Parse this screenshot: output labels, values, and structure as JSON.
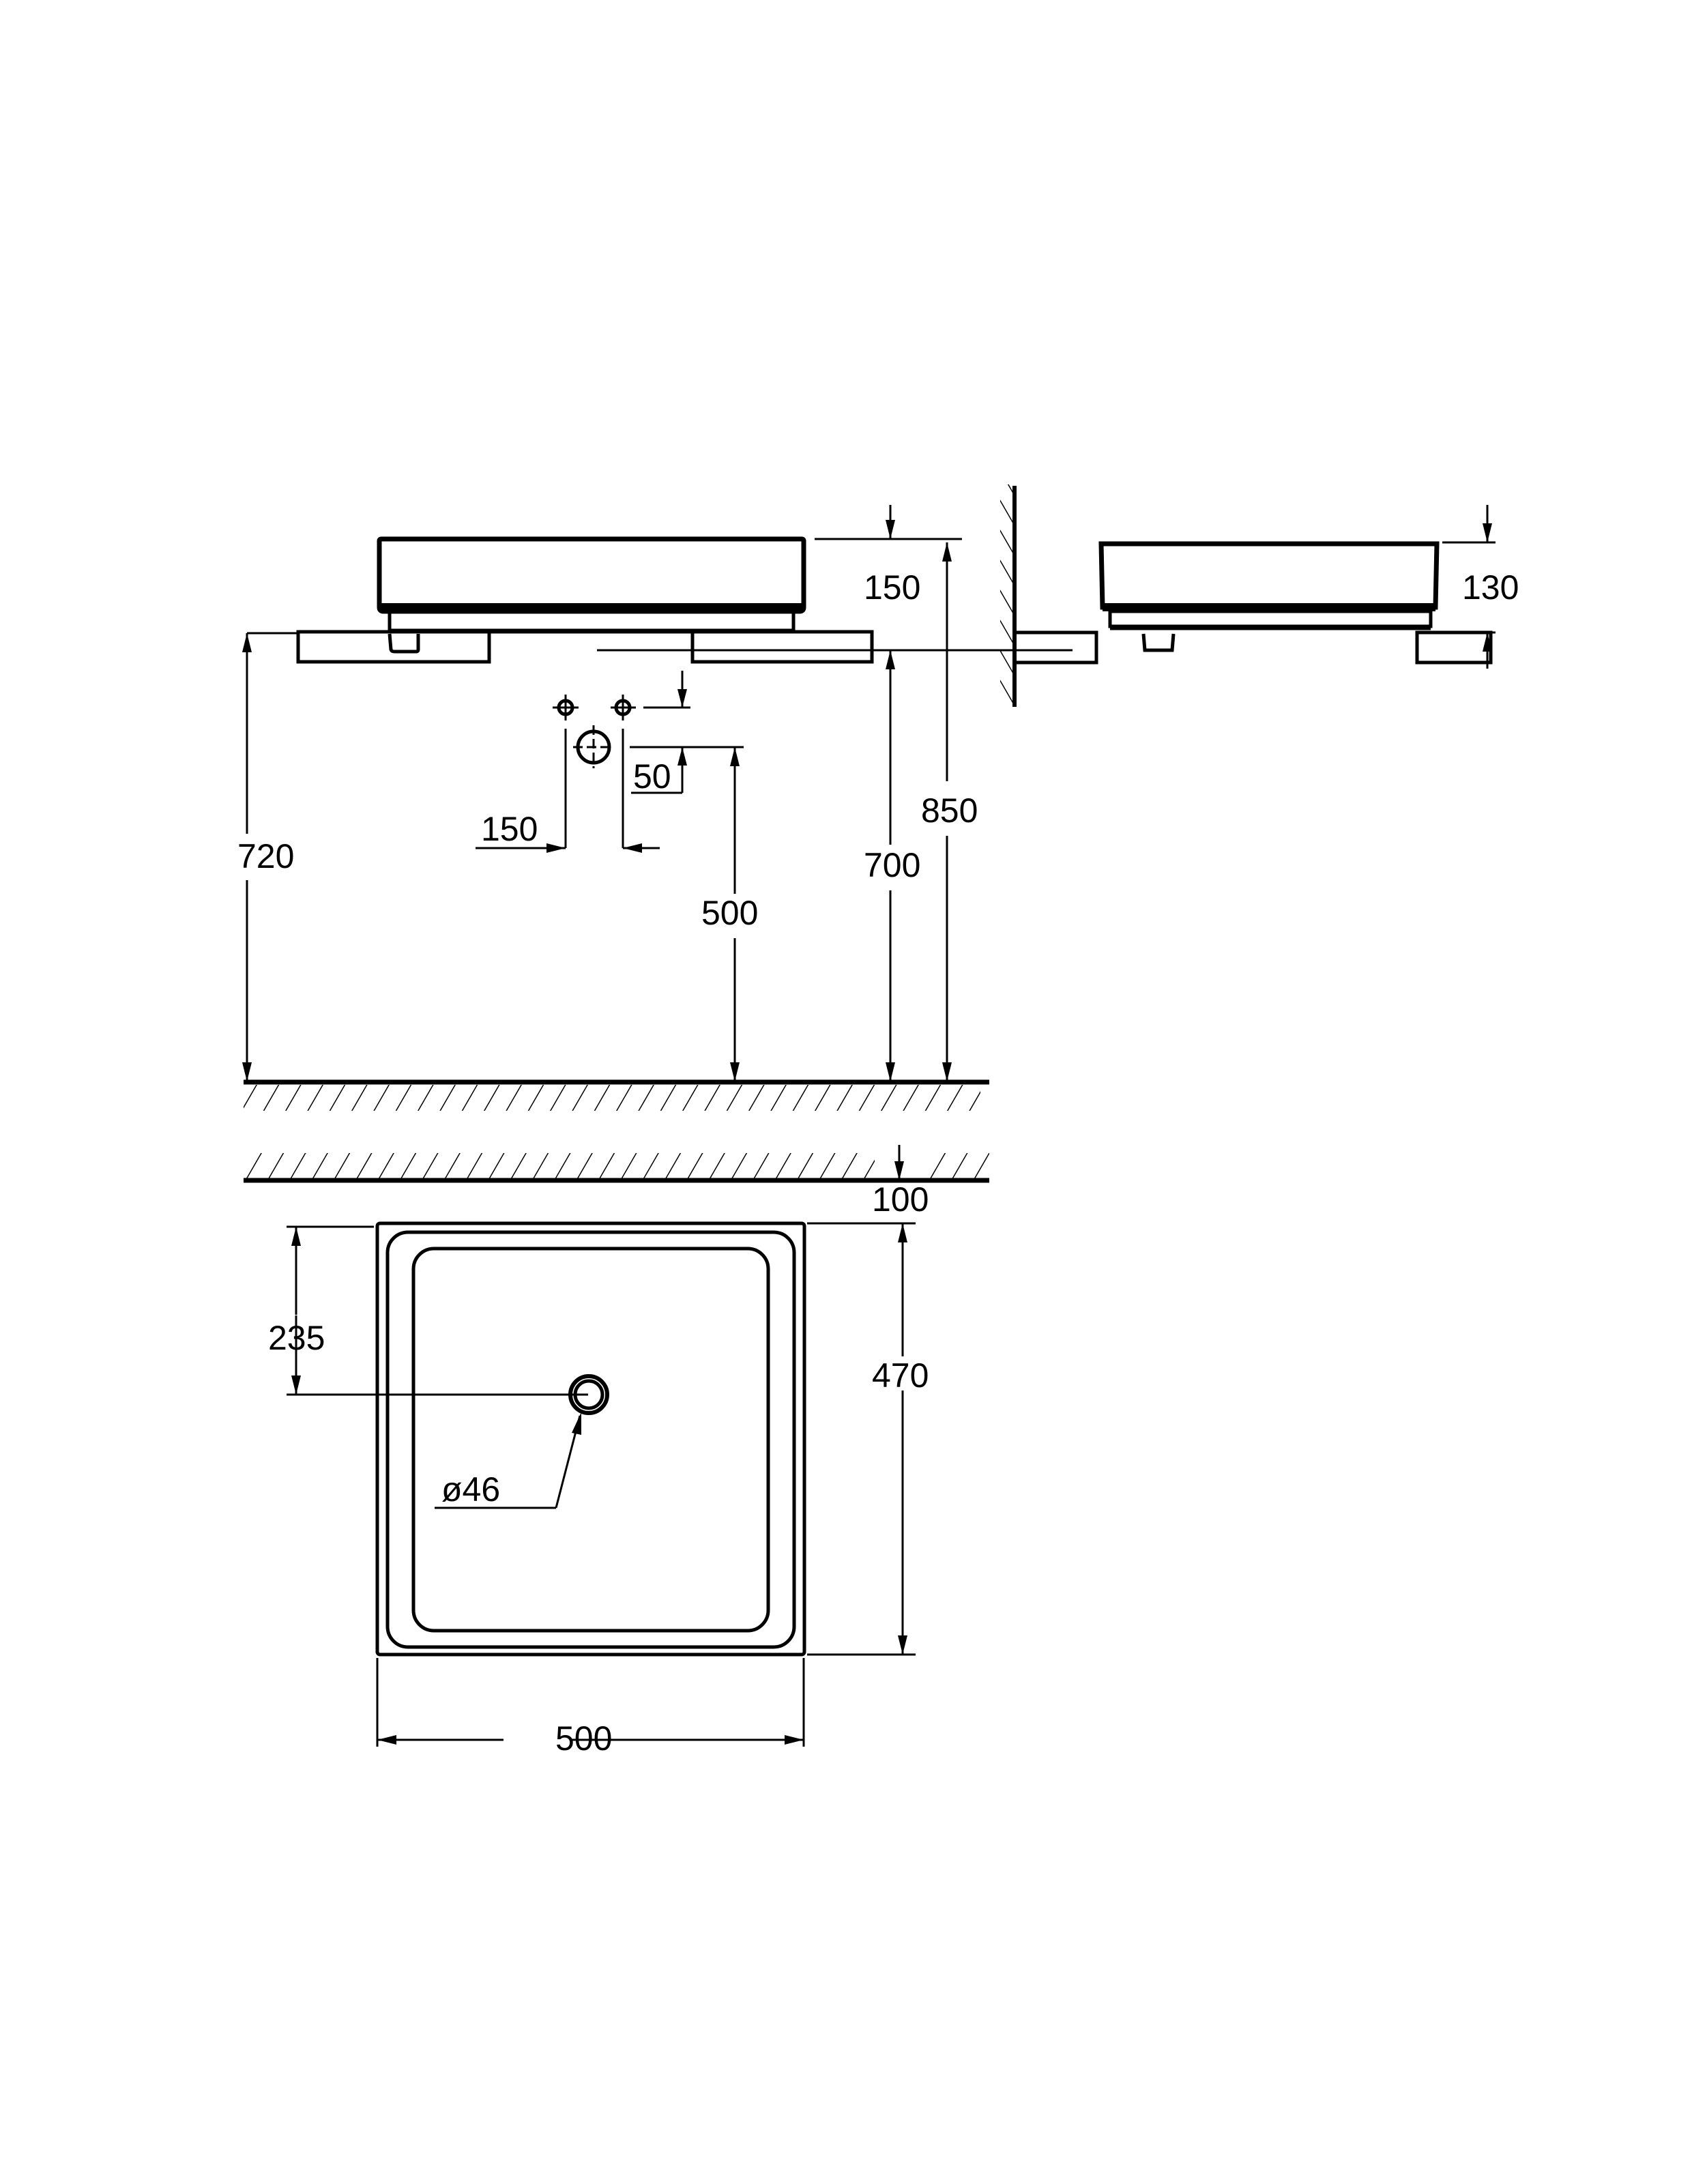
{
  "drawing": {
    "type": "technical-dimension-drawing",
    "subject": "countertop washbasin",
    "units": "mm",
    "views": {
      "front_elevation": {
        "dimensions": {
          "basin_height": "150",
          "total_height": "850",
          "counter_height": "720",
          "drain_outlet_height": "700",
          "tap_height": "500",
          "tap_vertical_offset": "50",
          "tap_spacing": "150"
        }
      },
      "side_elevation": {
        "dimensions": {
          "basin_height": "130"
        }
      },
      "plan_view": {
        "dimensions": {
          "wall_distance": "100",
          "drain_center_from_back": "235",
          "depth": "470",
          "drain_diameter": "ø46",
          "width": "500"
        }
      }
    }
  }
}
